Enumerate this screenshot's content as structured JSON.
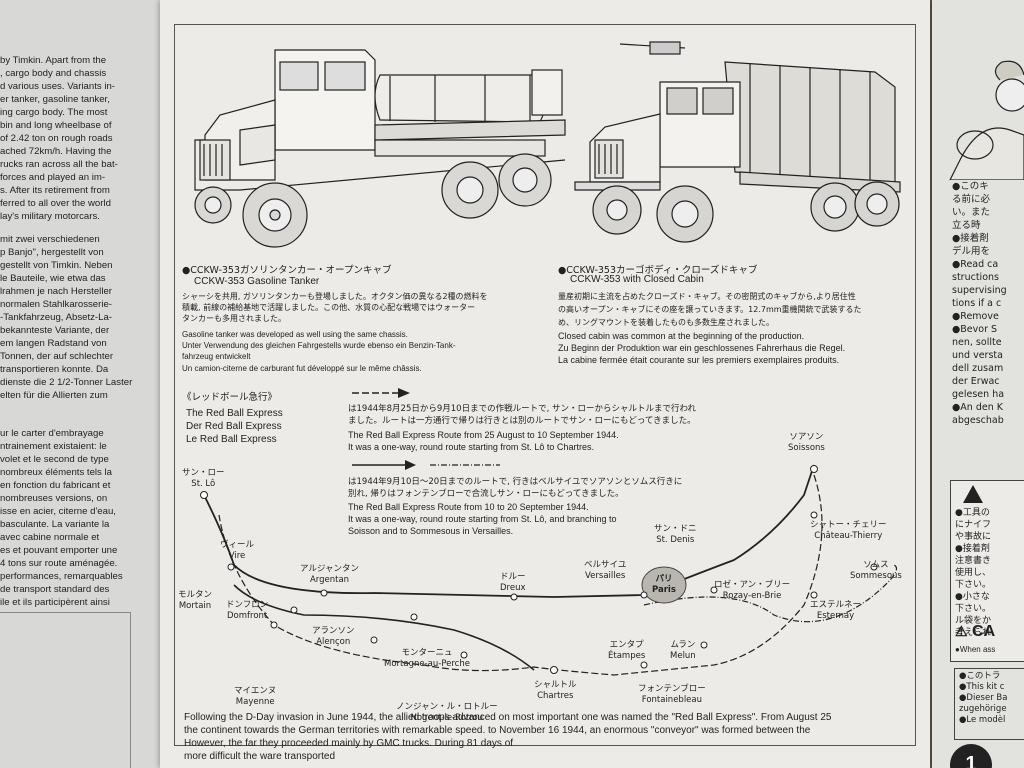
{
  "left_col": {
    "para1": [
      "by Timkin. Apart from the",
      ", cargo body and chassis",
      "d various uses. Variants in-",
      "er tanker, gasoline tanker,",
      "ing cargo body. The most",
      "bin and long wheelbase of",
      "of 2.42 ton on rough roads",
      "ached 72km/h. Having the",
      "rucks ran across all the bat-",
      "forces and played an im-",
      "s. After its retirement from",
      "ferred to all over the world",
      "lay's military motorcars."
    ],
    "para2": [
      "mit zwei verschiedenen",
      "p Banjo\", hergestellt von",
      "gestellt von Timkin. Neben",
      "le Bauteile, wie etwa das",
      "lrahmen je nach Hersteller",
      "normalen Stahlkarosserie-",
      "-Tankfahrzeug, Absetz-La-",
      "bekannteste Variante, der",
      "em langen Radstand von",
      "Tonnen, der auf schlechter",
      "transportieren konnte. Da",
      "dienste die 2 1/2-Tonner Laster",
      "elten für die Allierten zum"
    ],
    "para3": [
      "ur le carter d'embrayage",
      "ntrainement existaient: le",
      "volet et le second de type",
      "nombreux éléments tels la",
      "en fonction du fabricant et",
      "nombreuses versions, on",
      "isse en acier, citerne d'eau,",
      "basculante. La variante la",
      "avec cabine normale et",
      "es et pouvant emporter une",
      "4 tons sur route aménagée.",
      "performances, remarquables",
      "de transport standard des",
      "ile et ils participèrent ainsi"
    ]
  },
  "tanker": {
    "title_jp": "●CCKW-353ガソリンタンカー・オープンキャブ",
    "title_en": "CCKW-353 Gasoline Tanker",
    "desc_jp_1": "シャーシを共用, ガソリンタンカーも登場しました。オクタン価の異なる2種の燃料を",
    "desc_jp_2": "積載, 前線の補給基地で活躍しました。この他、水質の心配な戦場ではウォーター",
    "desc_jp_3": "タンカーも多用されました。",
    "desc_en": "Gasoline tanker was developed as well using the same chassis.",
    "desc_de_1": "Unter Verwendung des gleichen Fahrgestells wurde ebenso ein Benzin-Tank-",
    "desc_de_2": "fahrzeug entwickelt",
    "desc_fr": "Un camion-citerne de carburant fut développé sur le même châssis."
  },
  "cargo": {
    "title_jp": "●CCKW-353カーゴボディ・クローズドキャブ",
    "title_en": "CCKW-353 with Closed Cabin",
    "desc_jp_1": "量産初期に主流を占めたクローズド・キャブ。その密閉式のキャブから,より居住性",
    "desc_jp_2": "の高いオープン・キャブにその座を譲っていきます。12.7mm重機関銃で武装するた",
    "desc_jp_3": "め、リングマウントを装着したものも多数生産されました。",
    "desc_en": "Closed cabin was common at the beginning of the production.",
    "desc_de": "Zu Beginn der Produktion war ein geschlossenes Fahrerhaus die Regel.",
    "desc_fr": "La cabine fermée était courante sur les premiers exemplaires produits."
  },
  "express": {
    "title_jp": "《レッドボール急行》",
    "title_en": "The Red Ball Express",
    "title_de": "Der Red Ball Express",
    "title_fr": "Le Red Ball Express"
  },
  "route1": {
    "jp_1": "は1944年8月25日から9月10日までの作戦ルートで, サン・ローからシャルトルまで行われ",
    "jp_2": "ました。ルートは一方通行で帰りは行きとは別のルートでサン・ローにもどってきました。",
    "en_1": "The Red Ball Express Route from 25 August to 10 September 1944.",
    "en_2": "It was a one-way, round route starting from St. Lô to Chartres."
  },
  "route2": {
    "jp_1": "は1944年9月10日〜20日までのルートで, 行きはベルサイユでソアソンとソムス行きに",
    "jp_2": "別れ, 帰りはフォンテンブローで合流しサン・ローにもどってきました。",
    "en_1": "The Red Ball Express Route from 10 to 20 September 1944.",
    "en_2": "It was a one-way, round route starting from St. Lô, and branching to",
    "en_3": "Soisson and to Sommesous in Versailles."
  },
  "cities": {
    "stlo_jp": "サン・ロー",
    "stlo": "St. Lô",
    "vire_jp": "ヴィール",
    "vire": "Vire",
    "argentan_jp": "アルジャンタン",
    "argentan": "Argentan",
    "mortain_jp": "モルタン",
    "mortain": "Mortain",
    "domfront_jp": "ドンフロン",
    "domfront": "Domfront",
    "alencon_jp": "アランソン",
    "alencon": "Alençon",
    "mortagne_jp": "モンターニュ",
    "mortagne": "Mortagne-au-Perche",
    "mayenne_jp": "マイエンヌ",
    "mayenne": "Mayenne",
    "nogent_jp": "ノンジャン・ル・ロトルー",
    "nogent": "Nogent-le-Rotrou",
    "chartres_jp": "シャルトル",
    "chartres": "Chartres",
    "dreux_jp": "ドルー",
    "dreux": "Dreux",
    "versailles_jp": "ベルサイユ",
    "versailles": "Versailles",
    "stdenis_jp": "サン・ドニ",
    "stdenis": "St. Denis",
    "paris_jp": "パリ",
    "paris": "Paris",
    "rozay_jp": "ロゼ・アン・ブリー",
    "rozay": "Rozay-en-Brie",
    "soissons_jp": "ソアソン",
    "soissons": "Soissons",
    "chateau_jp": "シャトー・チェリー",
    "chateau": "Château-Thierry",
    "sommesous_jp": "ソムス",
    "sommesous": "Sommesous",
    "esternay_jp": "エステルネー",
    "esternay": "Esternay",
    "etampes_jp": "エンタプ",
    "etampes": "Étampes",
    "melun_jp": "ムラン",
    "melun": "Melun",
    "fontainebleau_jp": "フォンテンブロー",
    "fontainebleau": "Fontainebleau"
  },
  "footer": {
    "line1": "Following the D-Day invasion in June 1944, the allied troops advanced on  most important one was named the \"Red Ball Express\". From August 25",
    "line2": "the continent towards the German territories with remarkable speed.  to November 16 1944, an enormous \"conveyor\" was formed between the",
    "line3": "However, the far they proceeded                                  mainly by GMC trucks. During 81 days of",
    "line4": "more difficult the                                                                                ware transported"
  },
  "right_col": {
    "lines": [
      "●このキ",
      "る前に必",
      "い。また",
      "立る時",
      "●接着剤",
      "デル用を",
      "●Read ca",
      "structions",
      "supervising",
      "tions if a c",
      "●Remove",
      "●Bevor S",
      "nen, sollte",
      "und versta",
      "dell zusam",
      "der Erwac",
      "gelesen ha",
      "●An den K",
      "abgeschab"
    ],
    "warn_lines": [
      "●工具の",
      "にナイフ",
      "や事故に",
      "●接着剤",
      "注意書き",
      "使用し、",
      "下さい。",
      "●小さな",
      "下さい。",
      "ル袋をか",
      "考えられ"
    ],
    "caution": "CA",
    "caution_sub": "●When ass",
    "box2_lines": [
      "●このトラ",
      "●This kit c",
      "●Dieser Ba",
      "zugehörige",
      "●Le modèl"
    ],
    "step": "1"
  }
}
